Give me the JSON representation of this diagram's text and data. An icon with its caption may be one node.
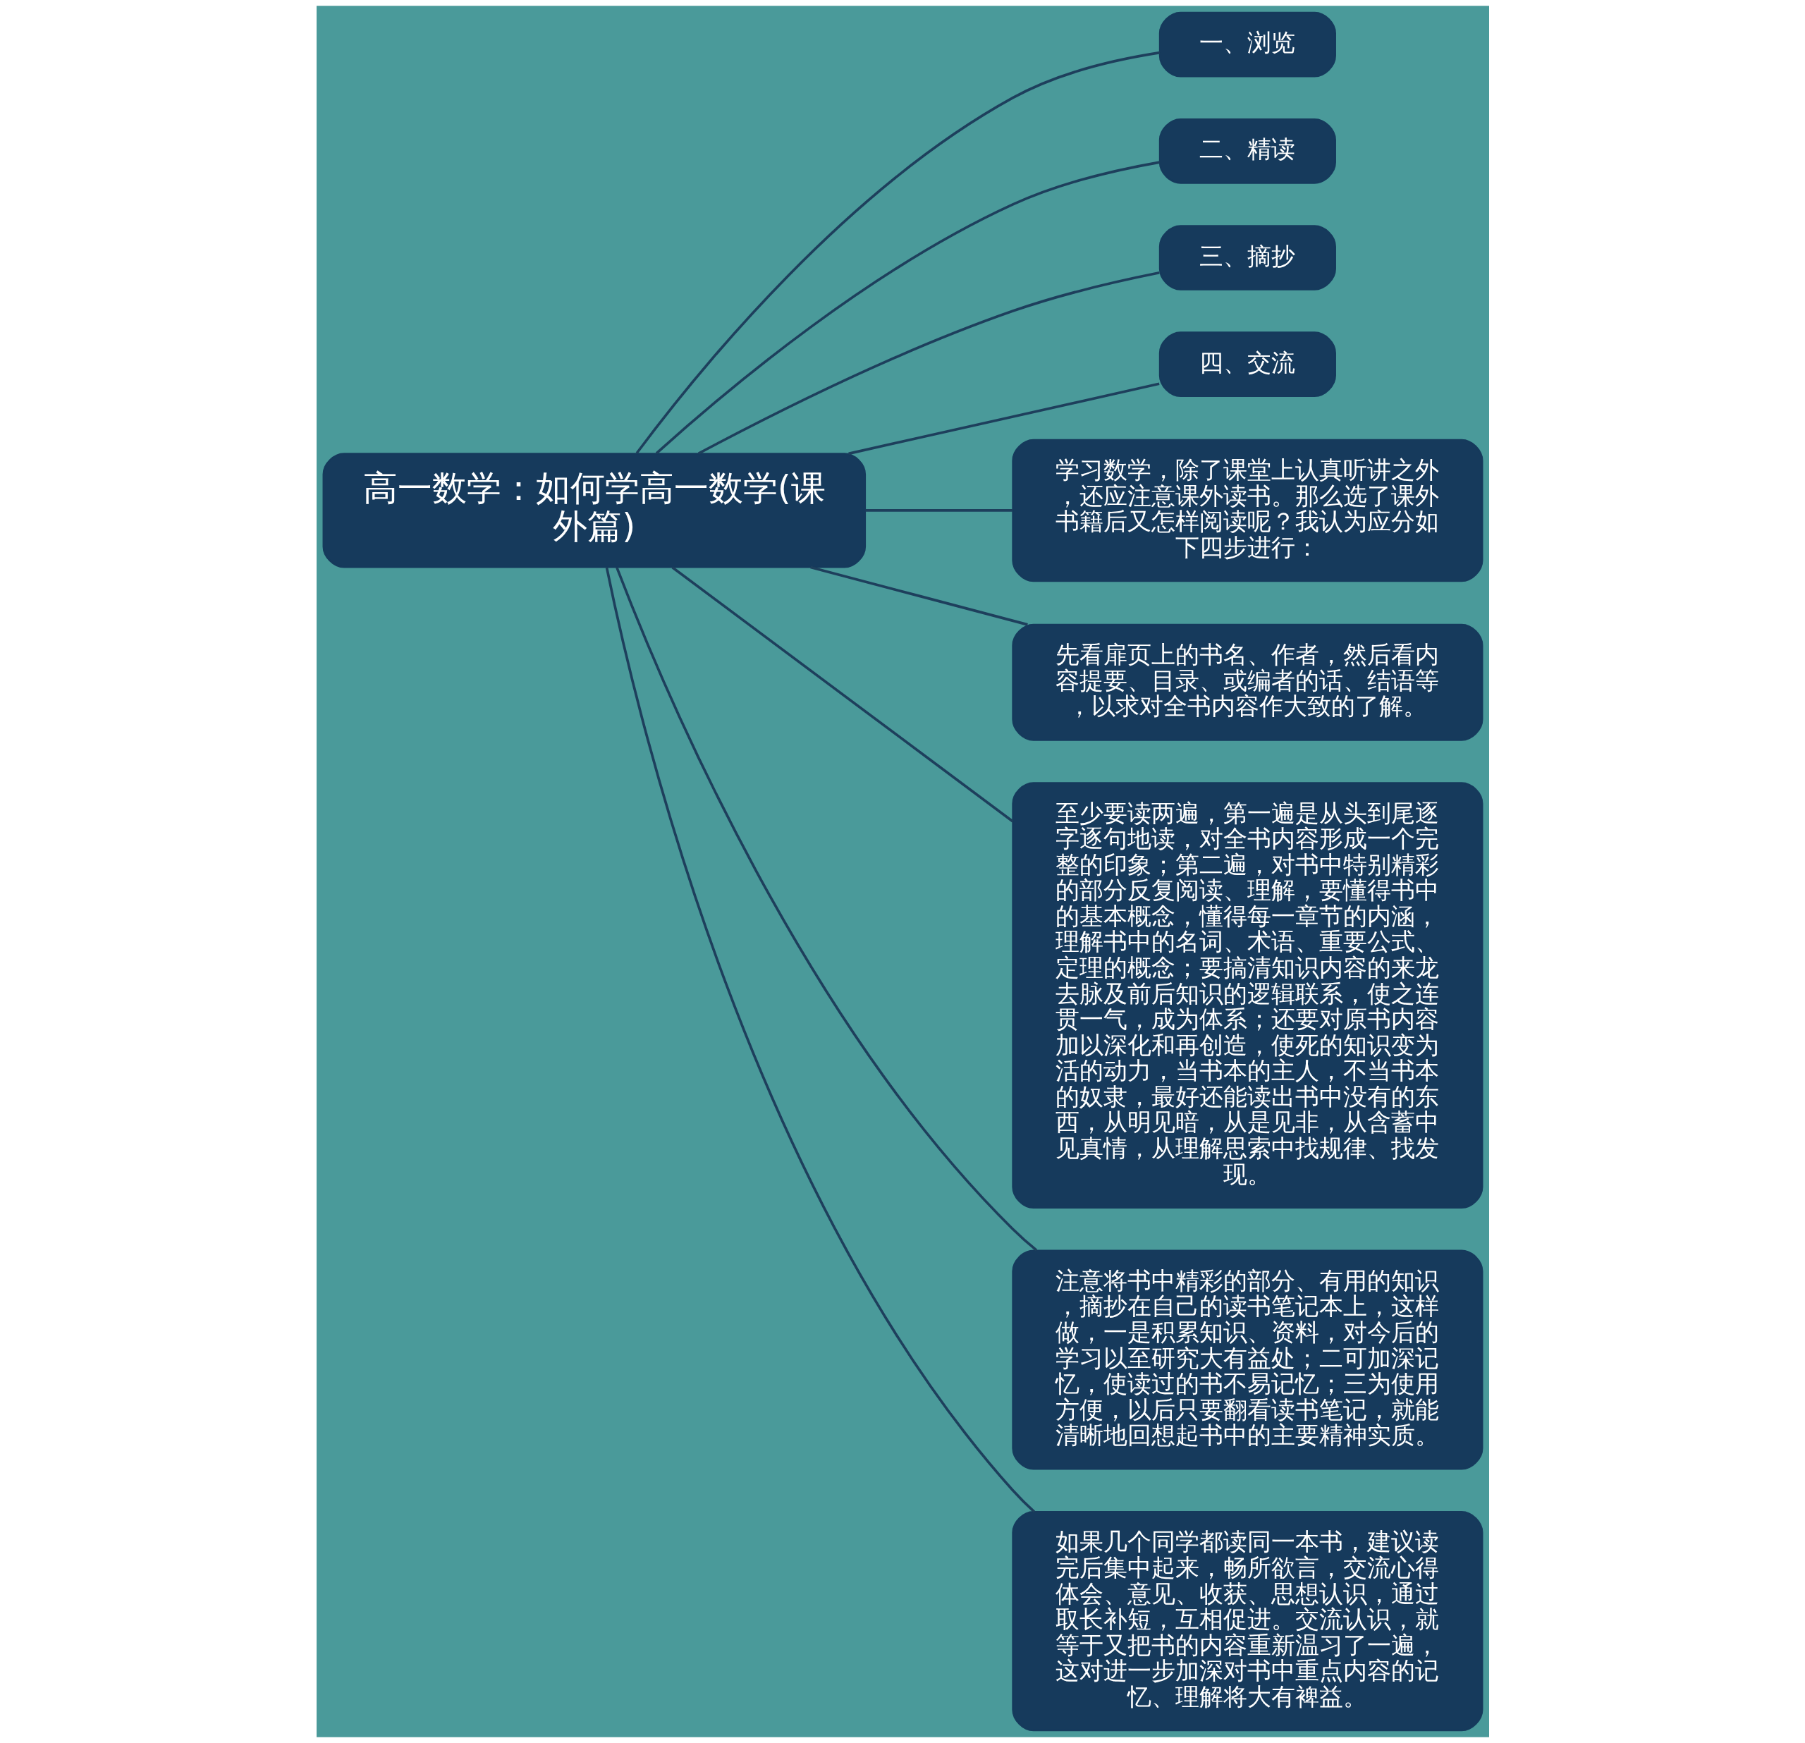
{
  "diagram": {
    "nodes": [
      {
        "text": [
          "高一数学：如何学高一数学(课外篇)"
        ]
      },
      {
        "text": [
          "一、浏览"
        ]
      },
      {
        "text": [
          "二、精读"
        ]
      },
      {
        "text": [
          "三、摘抄"
        ]
      },
      {
        "text": [
          "四、交流"
        ]
      },
      {
        "text": [
          "学习数学，除了课堂上认真听讲之外，还应注意课外读书。那么选了课外书籍后又怎样阅读呢？我认为应分如下四步进行："
        ]
      },
      {
        "text": [
          "先看扉页上的书名、作者，然后看内容提要、目录、或编者的话、结语等，以求对全书内容作大致的了解。"
        ]
      },
      {
        "text": [
          "至少要读两遍，第一遍是从头到尾逐字逐句地读，对全书内容形成一个完整的印象；第二遍，对书中特别精彩的部分反复阅读、理解，要懂得书中的基本概念，懂得每一章节的内涵，理解书中的名词、术语、重要公式、定理的概念；要搞清知识内容的来龙去脉及前后知识的逻辑联系，使之连贯一气，成为体系；还要对原书内容加以深化和再创造，使死的知识变为活的动力，当书本的主人，不当书本的奴隶，最好还能读出书中没有的东西，从明见暗，从是见非，从含蓄中见真情，从理解思索中找规律、找发现。"
        ]
      },
      {
        "text": [
          "注意将书中精彩的部分、有用的知识，摘抄在自己的读书笔记本上，这样做，一是积累知识、资料，对今后的学习以至研究大有益处；二可加深记忆，使读过的书不易记忆；三为使用方便，以后只要翻看读书笔记，就能清晰地回想起书中的主要精神实质。"
        ]
      },
      {
        "text": [
          "如果几个同学都读同一本书，建议读完后集中起来，畅所欲言，交流心得体会、意见、收获、思想认识，通过取长补短，互相促进。交流认识，就等于又把书的内容重新温习了一遍，这对进一步加深对书中重点内容的记忆、理解将大有裨益。"
        ]
      }
    ],
    "edges": [
      {
        "from": 0,
        "to": 1,
        "arrow": "none"
      },
      {
        "from": 0,
        "to": 2,
        "arrow": "none"
      },
      {
        "from": 0,
        "to": 3,
        "arrow": "none"
      },
      {
        "from": 0,
        "to": 4,
        "arrow": "none"
      },
      {
        "from": 0,
        "to": 5,
        "arrow": "none"
      },
      {
        "from": 0,
        "to": 6,
        "arrow": "none"
      },
      {
        "from": 0,
        "to": 7,
        "arrow": "none"
      },
      {
        "from": 0,
        "to": 8,
        "arrow": "none"
      },
      {
        "from": 0,
        "to": 9,
        "arrow": "none"
      }
    ]
  }
}
